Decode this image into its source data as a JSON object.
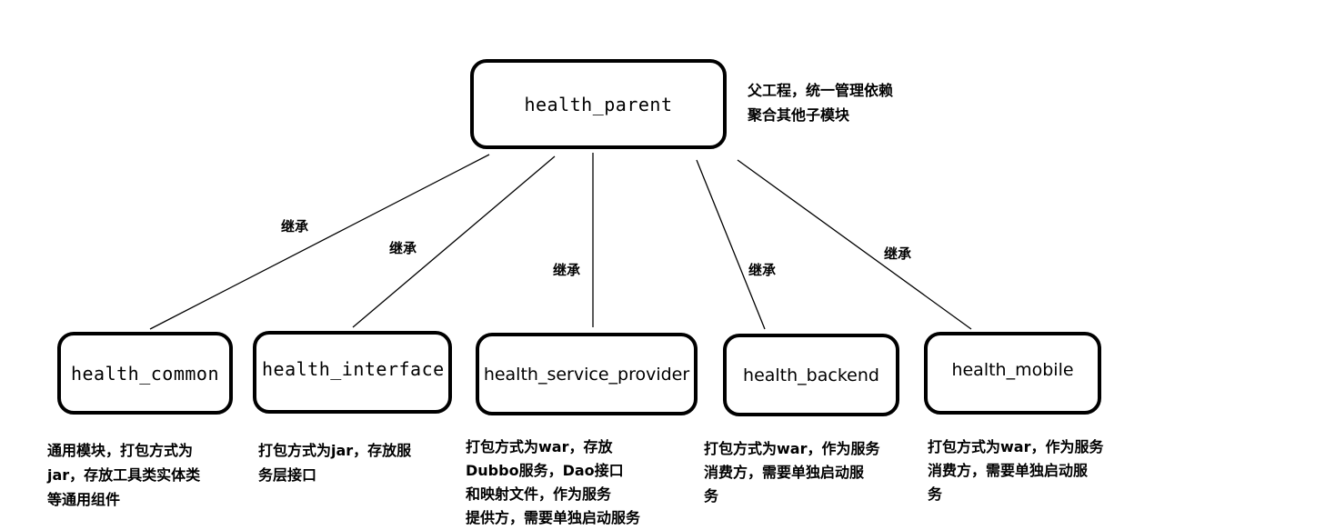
{
  "root": {
    "label": "health_parent",
    "note_lines": [
      "父工程，统一管理依赖",
      "聚合其他子模块"
    ]
  },
  "edge_label": "继承",
  "modules": [
    {
      "label": "health_common",
      "note_lines": [
        "通用模块，打包方式为",
        "jar，存放工具类实体类",
        "等通用组件"
      ]
    },
    {
      "label": "health_interface",
      "note_lines": [
        "打包方式为jar，存放服",
        "务层接口"
      ]
    },
    {
      "label": "health_service_provider",
      "note_lines": [
        "打包方式为war，存放",
        "Dubbo服务，Dao接口",
        "和映射文件，作为服务",
        "提供方，需要单独启动服务"
      ]
    },
    {
      "label": "health_backend",
      "note_lines": [
        "打包方式为war，作为服务",
        "消费方，需要单独启动服",
        "务"
      ]
    },
    {
      "label": "health_mobile",
      "note_lines": [
        "打包方式为war，作为服务",
        "消费方，需要单独启动服",
        "务"
      ]
    }
  ]
}
